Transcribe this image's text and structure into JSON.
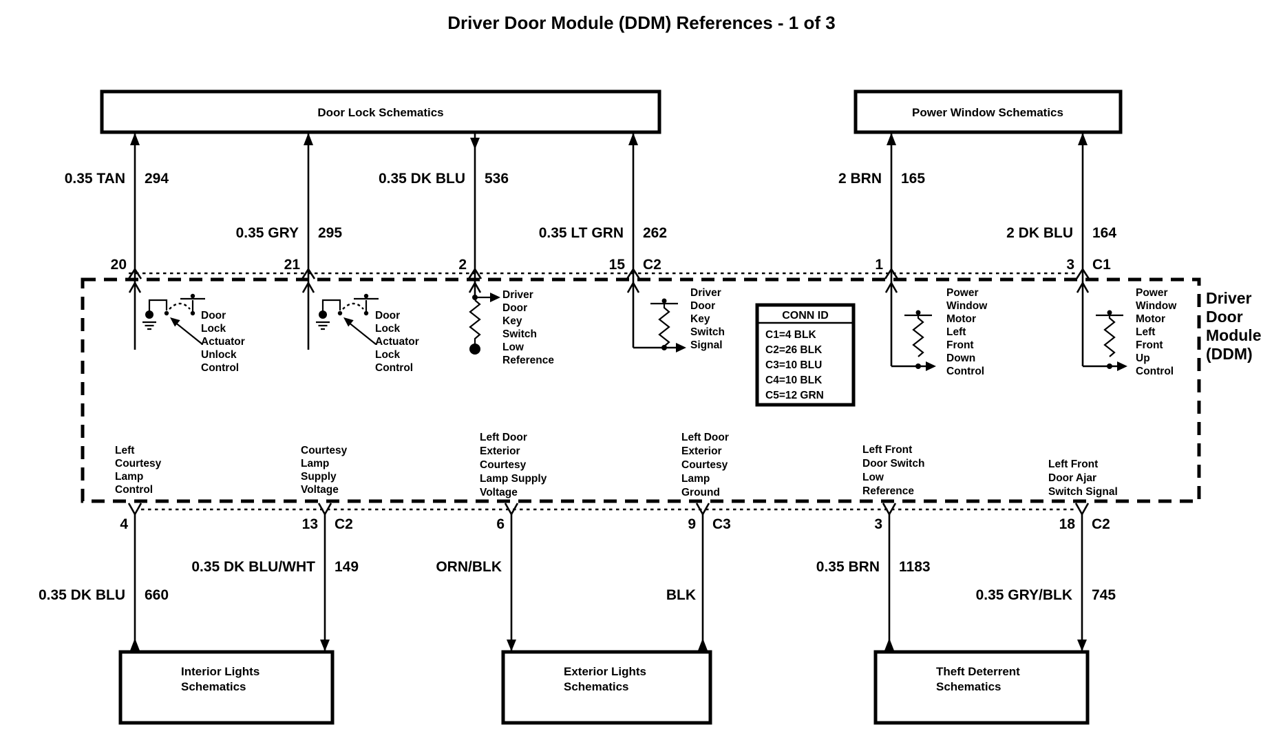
{
  "title": "Driver Door Module (DDM) References - 1 of 3",
  "ddm": {
    "label_lines": [
      "Driver",
      "Door",
      "Module",
      "(DDM)"
    ]
  },
  "conn_id": {
    "header": "CONN ID",
    "rows": [
      "C1=4 BLK",
      "C2=26 BLK",
      "C3=10 BLU",
      "C4=10 BLK",
      "C5=12 GRN"
    ]
  },
  "top_boxes": [
    {
      "label": "Door Lock Schematics"
    },
    {
      "label": "Power Window Schematics"
    }
  ],
  "bottom_boxes": [
    {
      "lines": [
        "Interior Lights",
        "Schematics"
      ]
    },
    {
      "lines": [
        "Exterior Lights",
        "Schematics"
      ]
    },
    {
      "lines": [
        "Theft Deterrent",
        "Schematics"
      ]
    }
  ],
  "top_wires": [
    {
      "color": "0.35 TAN",
      "circuit": "294",
      "pin": "20",
      "conn": ""
    },
    {
      "color": "0.35 GRY",
      "circuit": "295",
      "pin": "21",
      "conn": ""
    },
    {
      "color": "0.35 DK BLU",
      "circuit": "536",
      "pin": "2",
      "conn": ""
    },
    {
      "color": "0.35 LT GRN",
      "circuit": "262",
      "pin": "15",
      "conn": "C2"
    },
    {
      "color": "2 BRN",
      "circuit": "165",
      "pin": "1",
      "conn": ""
    },
    {
      "color": "2 DK BLU",
      "circuit": "164",
      "pin": "3",
      "conn": "C1"
    }
  ],
  "bottom_wires": [
    {
      "color": "0.35 DK BLU",
      "circuit": "660",
      "pin": "4",
      "conn": ""
    },
    {
      "color": "0.35 DK BLU/WHT",
      "circuit": "149",
      "pin": "13",
      "conn": "C2"
    },
    {
      "color": "ORN/BLK",
      "circuit": "",
      "pin": "6",
      "conn": ""
    },
    {
      "color": "BLK",
      "circuit": "",
      "pin": "9",
      "conn": "C3"
    },
    {
      "color": "0.35 BRN",
      "circuit": "1183",
      "pin": "3",
      "conn": ""
    },
    {
      "color": "0.35 GRY/BLK",
      "circuit": "745",
      "pin": "18",
      "conn": "C2"
    }
  ],
  "internal_top": [
    {
      "lines": [
        "Door",
        "Lock",
        "Actuator",
        "Unlock",
        "Control"
      ]
    },
    {
      "lines": [
        "Door",
        "Lock",
        "Actuator",
        "Lock",
        "Control"
      ]
    },
    {
      "lines": [
        "Driver",
        "Door",
        "Key",
        "Switch",
        "Low",
        "Reference"
      ]
    },
    {
      "lines": [
        "Driver",
        "Door",
        "Key",
        "Switch",
        "Signal"
      ]
    },
    {
      "lines": [
        "Power",
        "Window",
        "Motor",
        "Left",
        "Front",
        "Down",
        "Control"
      ]
    },
    {
      "lines": [
        "Power",
        "Window",
        "Motor",
        "Left",
        "Front",
        "Up",
        "Control"
      ]
    }
  ],
  "internal_bottom": [
    {
      "lines": [
        "Left",
        "Courtesy",
        "Lamp",
        "Control"
      ]
    },
    {
      "lines": [
        "Courtesy",
        "Lamp",
        "Supply",
        "Voltage"
      ]
    },
    {
      "lines": [
        "Left Door",
        "Exterior",
        "Courtesy",
        "Lamp Supply",
        "Voltage"
      ]
    },
    {
      "lines": [
        "Left Door",
        "Exterior",
        "Courtesy",
        "Lamp",
        "Ground"
      ]
    },
    {
      "lines": [
        "Left Front",
        "Door Switch",
        "Low",
        "Reference"
      ]
    },
    {
      "lines": [
        "Left Front",
        "Door Ajar",
        "Switch Signal"
      ]
    }
  ],
  "colors": {
    "ink": "#000000",
    "background": "#ffffff"
  }
}
